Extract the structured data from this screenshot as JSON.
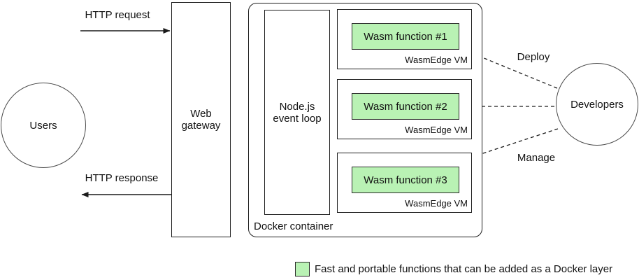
{
  "diagram": {
    "users_label": "Users",
    "web_gateway_label": "Web gateway",
    "http_request_label": "HTTP request",
    "http_response_label": "HTTP response",
    "docker_container_label": "Docker container",
    "nodejs_label": "Node.js event loop",
    "wasm_functions": [
      {
        "label": "Wasm function #1",
        "vm_label": "WasmEdge VM"
      },
      {
        "label": "Wasm function #2",
        "vm_label": "WasmEdge VM"
      },
      {
        "label": "Wasm function #3",
        "vm_label": "WasmEdge VM"
      }
    ],
    "developers_label": "Developers",
    "deploy_label": "Deploy",
    "manage_label": "Manage",
    "legend_text": "Fast and portable functions that can be added as a Docker layer",
    "colors": {
      "function_fill": "#b9f2b4",
      "line": "#1a1a1a"
    }
  }
}
